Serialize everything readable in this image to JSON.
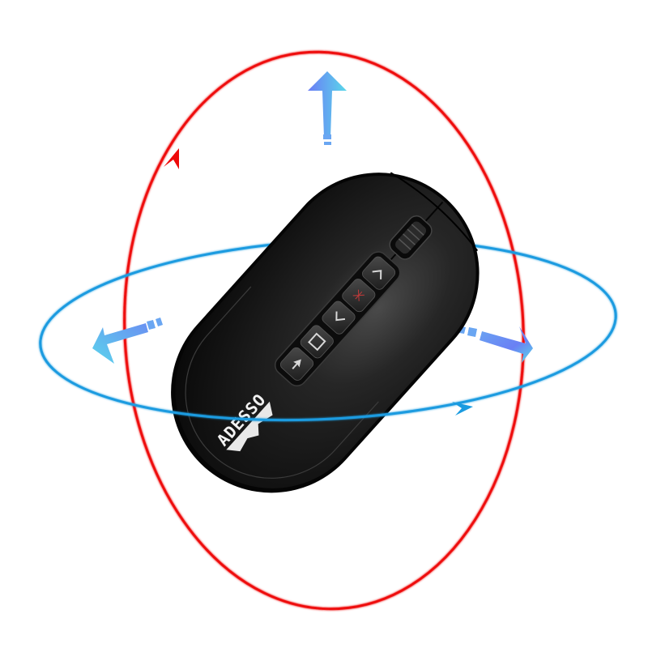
{
  "image": {
    "description": "Black wireless presenter air mouse with rotation orbit arrows",
    "background": "#ffffff"
  },
  "product": {
    "brand": "ADESSO",
    "body_color": "#111111",
    "buttons": [
      {
        "name": "page-up",
        "glyph": "chevron-up"
      },
      {
        "name": "laser",
        "glyph": "laser-dot"
      },
      {
        "name": "page-down",
        "glyph": "chevron-down"
      },
      {
        "name": "blank-screen",
        "glyph": "square"
      },
      {
        "name": "cursor",
        "glyph": "cursor-arrow"
      }
    ],
    "scroll_wheel": true
  },
  "orbits": {
    "vertical": {
      "color": "#ee0a0a",
      "direction_marker": "arrow-up-right"
    },
    "horizontal": {
      "color": "#1a9be0",
      "direction_marker": "arrow-right"
    }
  },
  "motion_arrows": {
    "colors": {
      "start": "#6a7cf5",
      "end": "#5ad8ea"
    },
    "items": [
      "up",
      "left",
      "right"
    ]
  }
}
